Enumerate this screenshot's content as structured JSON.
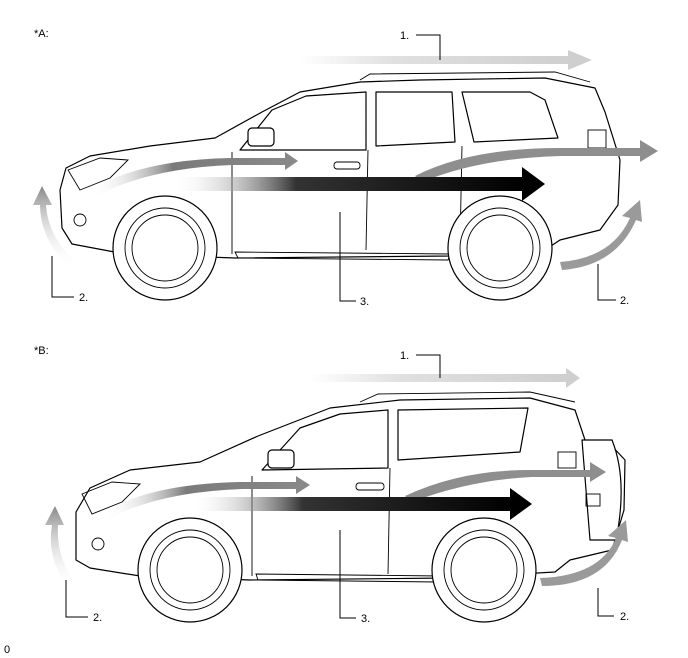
{
  "panels": [
    {
      "id": "A",
      "label": "*A:",
      "callouts": {
        "roof_flow": "1.",
        "underbody_flow_front": "2.",
        "underbody_flow_rear": "2.",
        "side_flow": "3."
      }
    },
    {
      "id": "B",
      "label": "*B:",
      "callouts": {
        "roof_flow": "1.",
        "underbody_flow_front": "2.",
        "underbody_flow_rear": "2.",
        "side_flow": "3."
      }
    }
  ],
  "footer_code": "0",
  "colors": {
    "roof_arrow": "#d4d4d4",
    "side_arrow_upper": "#8e8e8e",
    "main_arrow": "#000000",
    "under_arrow": "#9a9a9a"
  }
}
